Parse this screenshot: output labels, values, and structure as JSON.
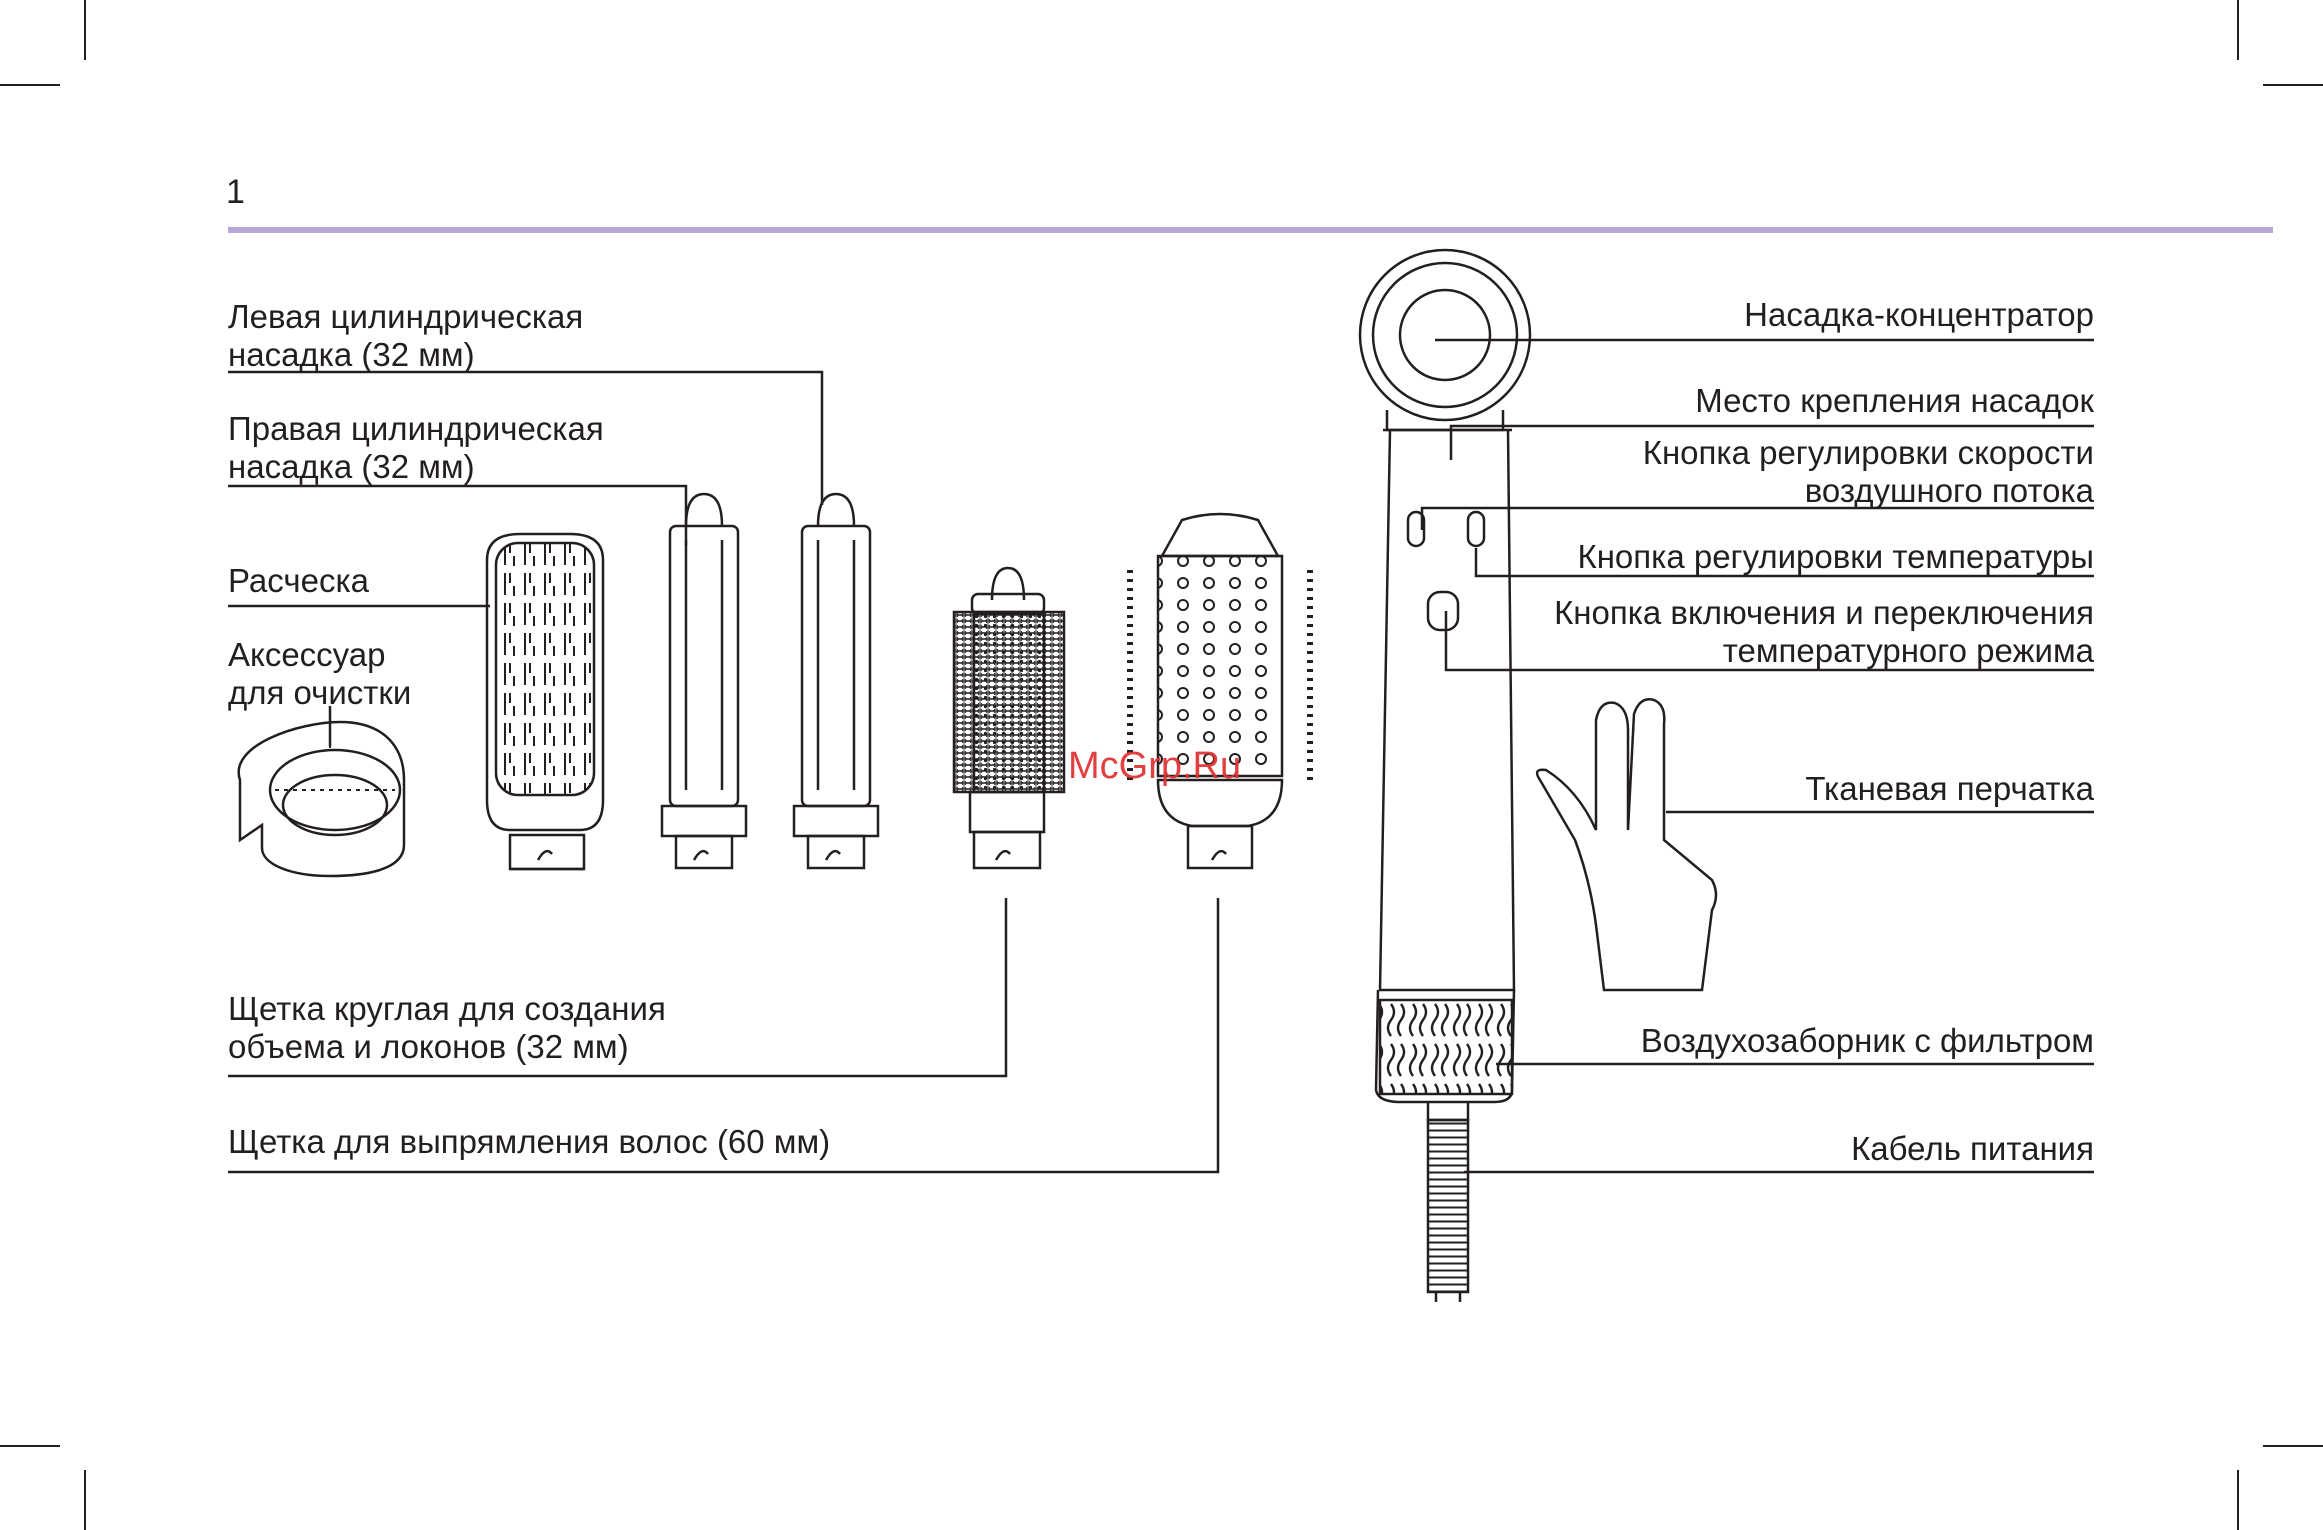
{
  "page_number": "1",
  "accent_color": "#b9a7d8",
  "labels": {
    "left_cylinder": [
      "Левая цилиндрическая",
      "насадка (32 мм)"
    ],
    "right_cylinder": [
      "Правая цилиндрическая",
      "насадка (32 мм)"
    ],
    "comb": "Расческа",
    "cleaning": [
      "Аксессуар",
      "для очистки"
    ],
    "round_brush": [
      "Щетка круглая для создания",
      "объема и локонов (32 мм)"
    ],
    "straight_brush": "Щетка для выпрямления волос (60 мм)",
    "concentrator": "Насадка-концентратор",
    "mount": "Место крепления насадок",
    "speed_btn": [
      "Кнопка регулировки скорости",
      "воздушного потока"
    ],
    "temp_btn": "Кнопка регулировки температуры",
    "power_btn": [
      "Кнопка включения и переключения",
      "температурного режима"
    ],
    "glove": "Тканевая перчатка",
    "intake": "Воздухозаборник с фильтром",
    "cable": "Кабель питания"
  },
  "watermark": "McGrp.Ru",
  "icons": [
    "cleaning-ring-icon",
    "comb-icon",
    "cylinder-left-icon",
    "cylinder-right-icon",
    "round-brush-icon",
    "straight-brush-icon",
    "styler-body-icon",
    "glove-icon",
    "power-cable-icon"
  ]
}
